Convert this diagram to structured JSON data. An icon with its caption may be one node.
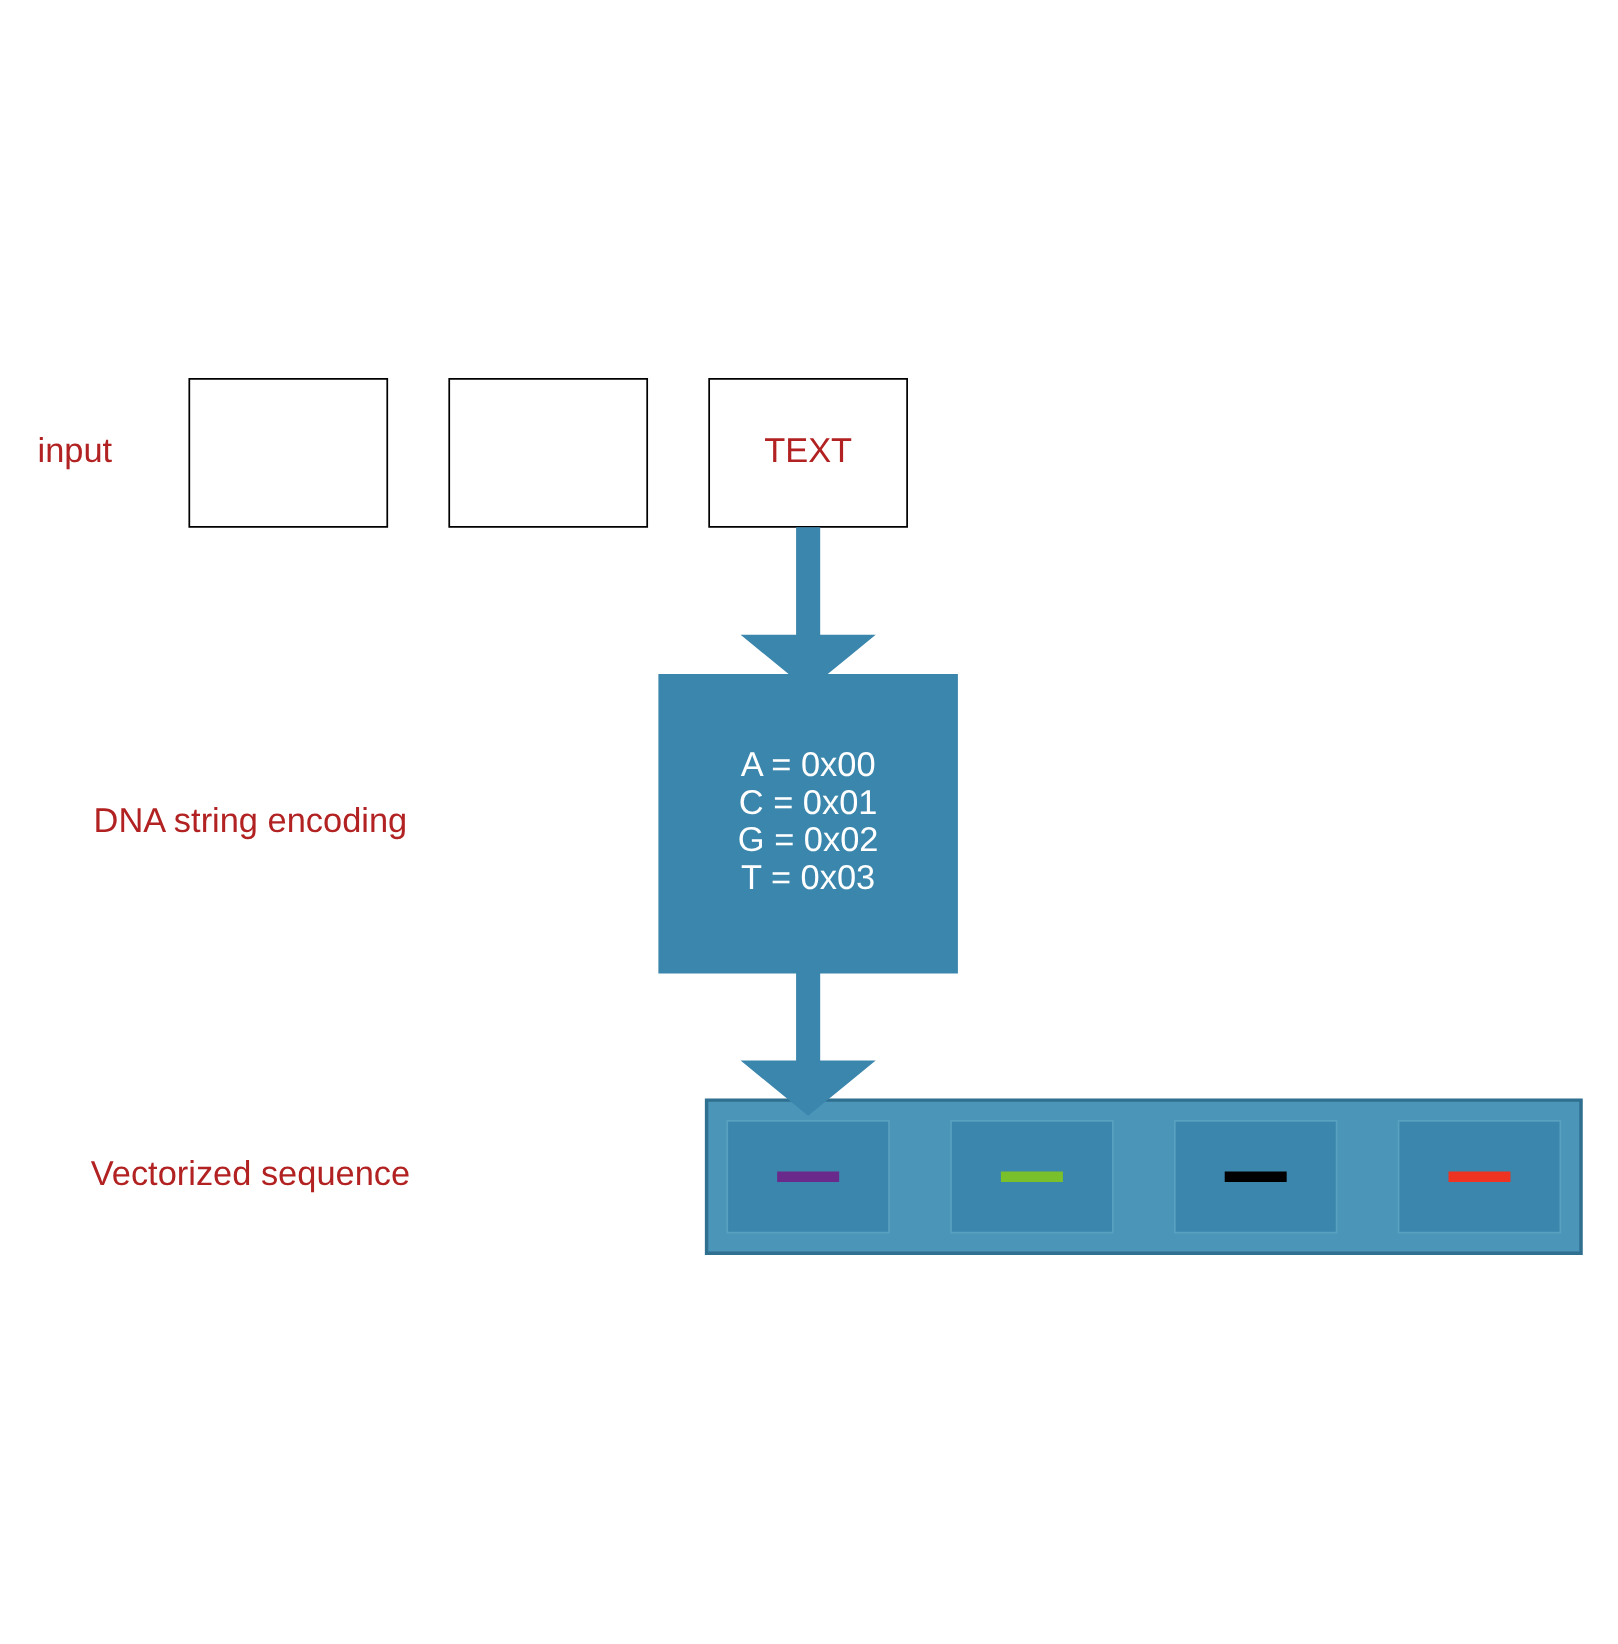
{
  "diagram": {
    "nodes": [
      {
        "text": [],
        "shape": "box"
      },
      {
        "text": [],
        "shape": "box"
      },
      {
        "text": [
          "TEXT"
        ]
      },
      {
        "text": [
          "A = 0x00",
          "C = 0x01",
          "G = 0x02",
          "T = 0x03"
        ]
      },
      {
        "text": [],
        "shape": "bar"
      },
      {
        "text": [],
        "shape": "box",
        "in": 4
      },
      {
        "text": [],
        "shape": "box",
        "in": 4
      },
      {
        "text": [],
        "shape": "box",
        "in": 4
      },
      {
        "text": [],
        "shape": "box",
        "in": 4
      }
    ],
    "edges": [
      {
        "from": 2,
        "to": 3,
        "arrow": "to"
      },
      {
        "from": 3,
        "to": 4,
        "arrow": "to"
      }
    ],
    "labels": [
      "input",
      "DNA string encoding",
      "Vectorized sequence"
    ]
  }
}
